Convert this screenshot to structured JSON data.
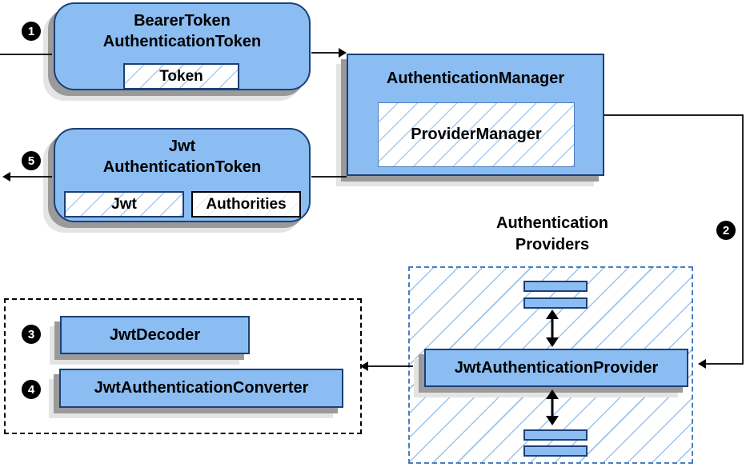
{
  "diagram": {
    "nodes": {
      "bearer_token": {
        "line1": "BearerToken",
        "line2": "AuthenticationToken",
        "chip": "Token"
      },
      "jwt_token": {
        "line1": "Jwt",
        "line2": "AuthenticationToken",
        "chip_jwt": "Jwt",
        "chip_authorities": "Authorities"
      },
      "auth_manager": {
        "title": "AuthenticationManager",
        "inner": "ProviderManager"
      },
      "providers_label": {
        "line1": "Authentication",
        "line2": "Providers"
      },
      "jwt_provider": {
        "label": "JwtAuthenticationProvider"
      },
      "jwt_decoder": {
        "label": "JwtDecoder"
      },
      "jwt_converter": {
        "label": "JwtAuthenticationConverter"
      }
    },
    "steps": {
      "s1": "1",
      "s2": "2",
      "s3": "3",
      "s4": "4",
      "s5": "5"
    },
    "colors": {
      "node_fill": "#8BBDF2",
      "node_border": "#1B4077",
      "hatch_line": "#9CC3EC",
      "dashed_border_blue": "#4A7EBF",
      "dashed_border_black": "#000000",
      "shadow_dark": "#9A9A9A",
      "shadow_light": "#E4E4E4",
      "arrow": "#000000",
      "badge_bg": "#000000",
      "badge_text": "#FFFFFF"
    }
  }
}
